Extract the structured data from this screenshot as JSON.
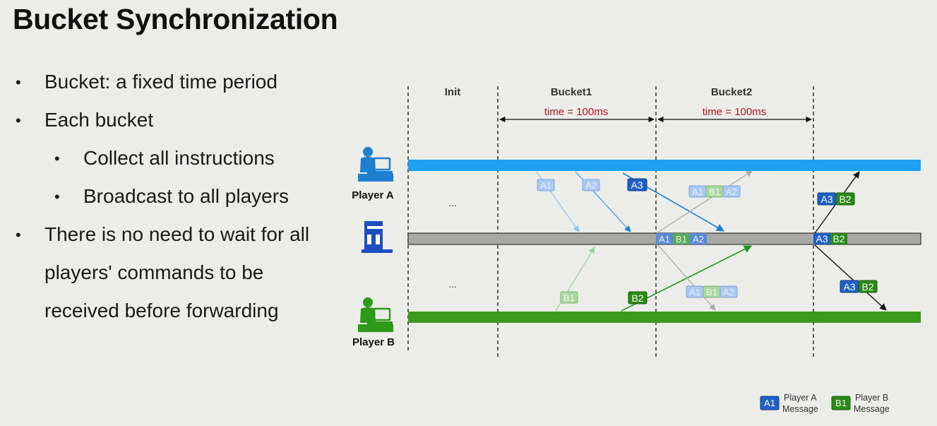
{
  "slide": {
    "title": "Bucket Synchronization",
    "bullets": [
      {
        "level": 1,
        "text": "Bucket: a fixed time period"
      },
      {
        "level": 1,
        "text": "Each bucket"
      },
      {
        "level": 2,
        "text": "Collect all instructions"
      },
      {
        "level": 2,
        "text": "Broadcast to all players"
      },
      {
        "level": 1,
        "text": "There is no need to wait for all"
      },
      {
        "level": 0,
        "text": "players' commands to be"
      },
      {
        "level": 0,
        "text": "received before forwarding"
      }
    ]
  },
  "diagram": {
    "phases": [
      "Init",
      "Bucket1",
      "Bucket2"
    ],
    "durations": [
      "time = 100ms",
      "time = 100ms"
    ],
    "actors": {
      "player_a": "Player A",
      "player_b": "Player B",
      "server_icon": "server-icon"
    },
    "ellipsis": [
      "...",
      "..."
    ],
    "messages": {
      "a1": "A1",
      "a2": "A2",
      "a3": "A3",
      "b1": "B1",
      "b2": "B2"
    },
    "legend": [
      {
        "tag": "A1",
        "line1": "Player A",
        "line2": "Message"
      },
      {
        "tag": "B1",
        "line1": "Player B",
        "line2": "Message"
      }
    ],
    "colors": {
      "player_a_lane": "#1ea0f0",
      "server_lane": "#a8a8a4",
      "player_b_lane": "#3a9a1e",
      "msg_a": "#1e5fc8",
      "msg_b": "#2a8a16",
      "duration_text": "#b01818"
    }
  }
}
